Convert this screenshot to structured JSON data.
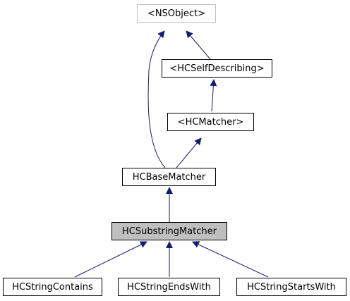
{
  "colors": {
    "edge": "#191970",
    "external_border": "#bfbfbf",
    "current_fill": "#bfbfbf",
    "node_border": "#000000"
  },
  "nodes": {
    "nsobject": "<NSObject>",
    "hcselfdescribing": "<HCSelfDescribing>",
    "hcmatcher": "<HCMatcher>",
    "hcbasematcher": "HCBaseMatcher",
    "hcsubstringmatcher": "HCSubstringMatcher",
    "hcstringcontains": "HCStringContains",
    "hcstringendswith": "HCStringEndsWith",
    "hcstringstartswith": "HCStringStartsWith"
  }
}
